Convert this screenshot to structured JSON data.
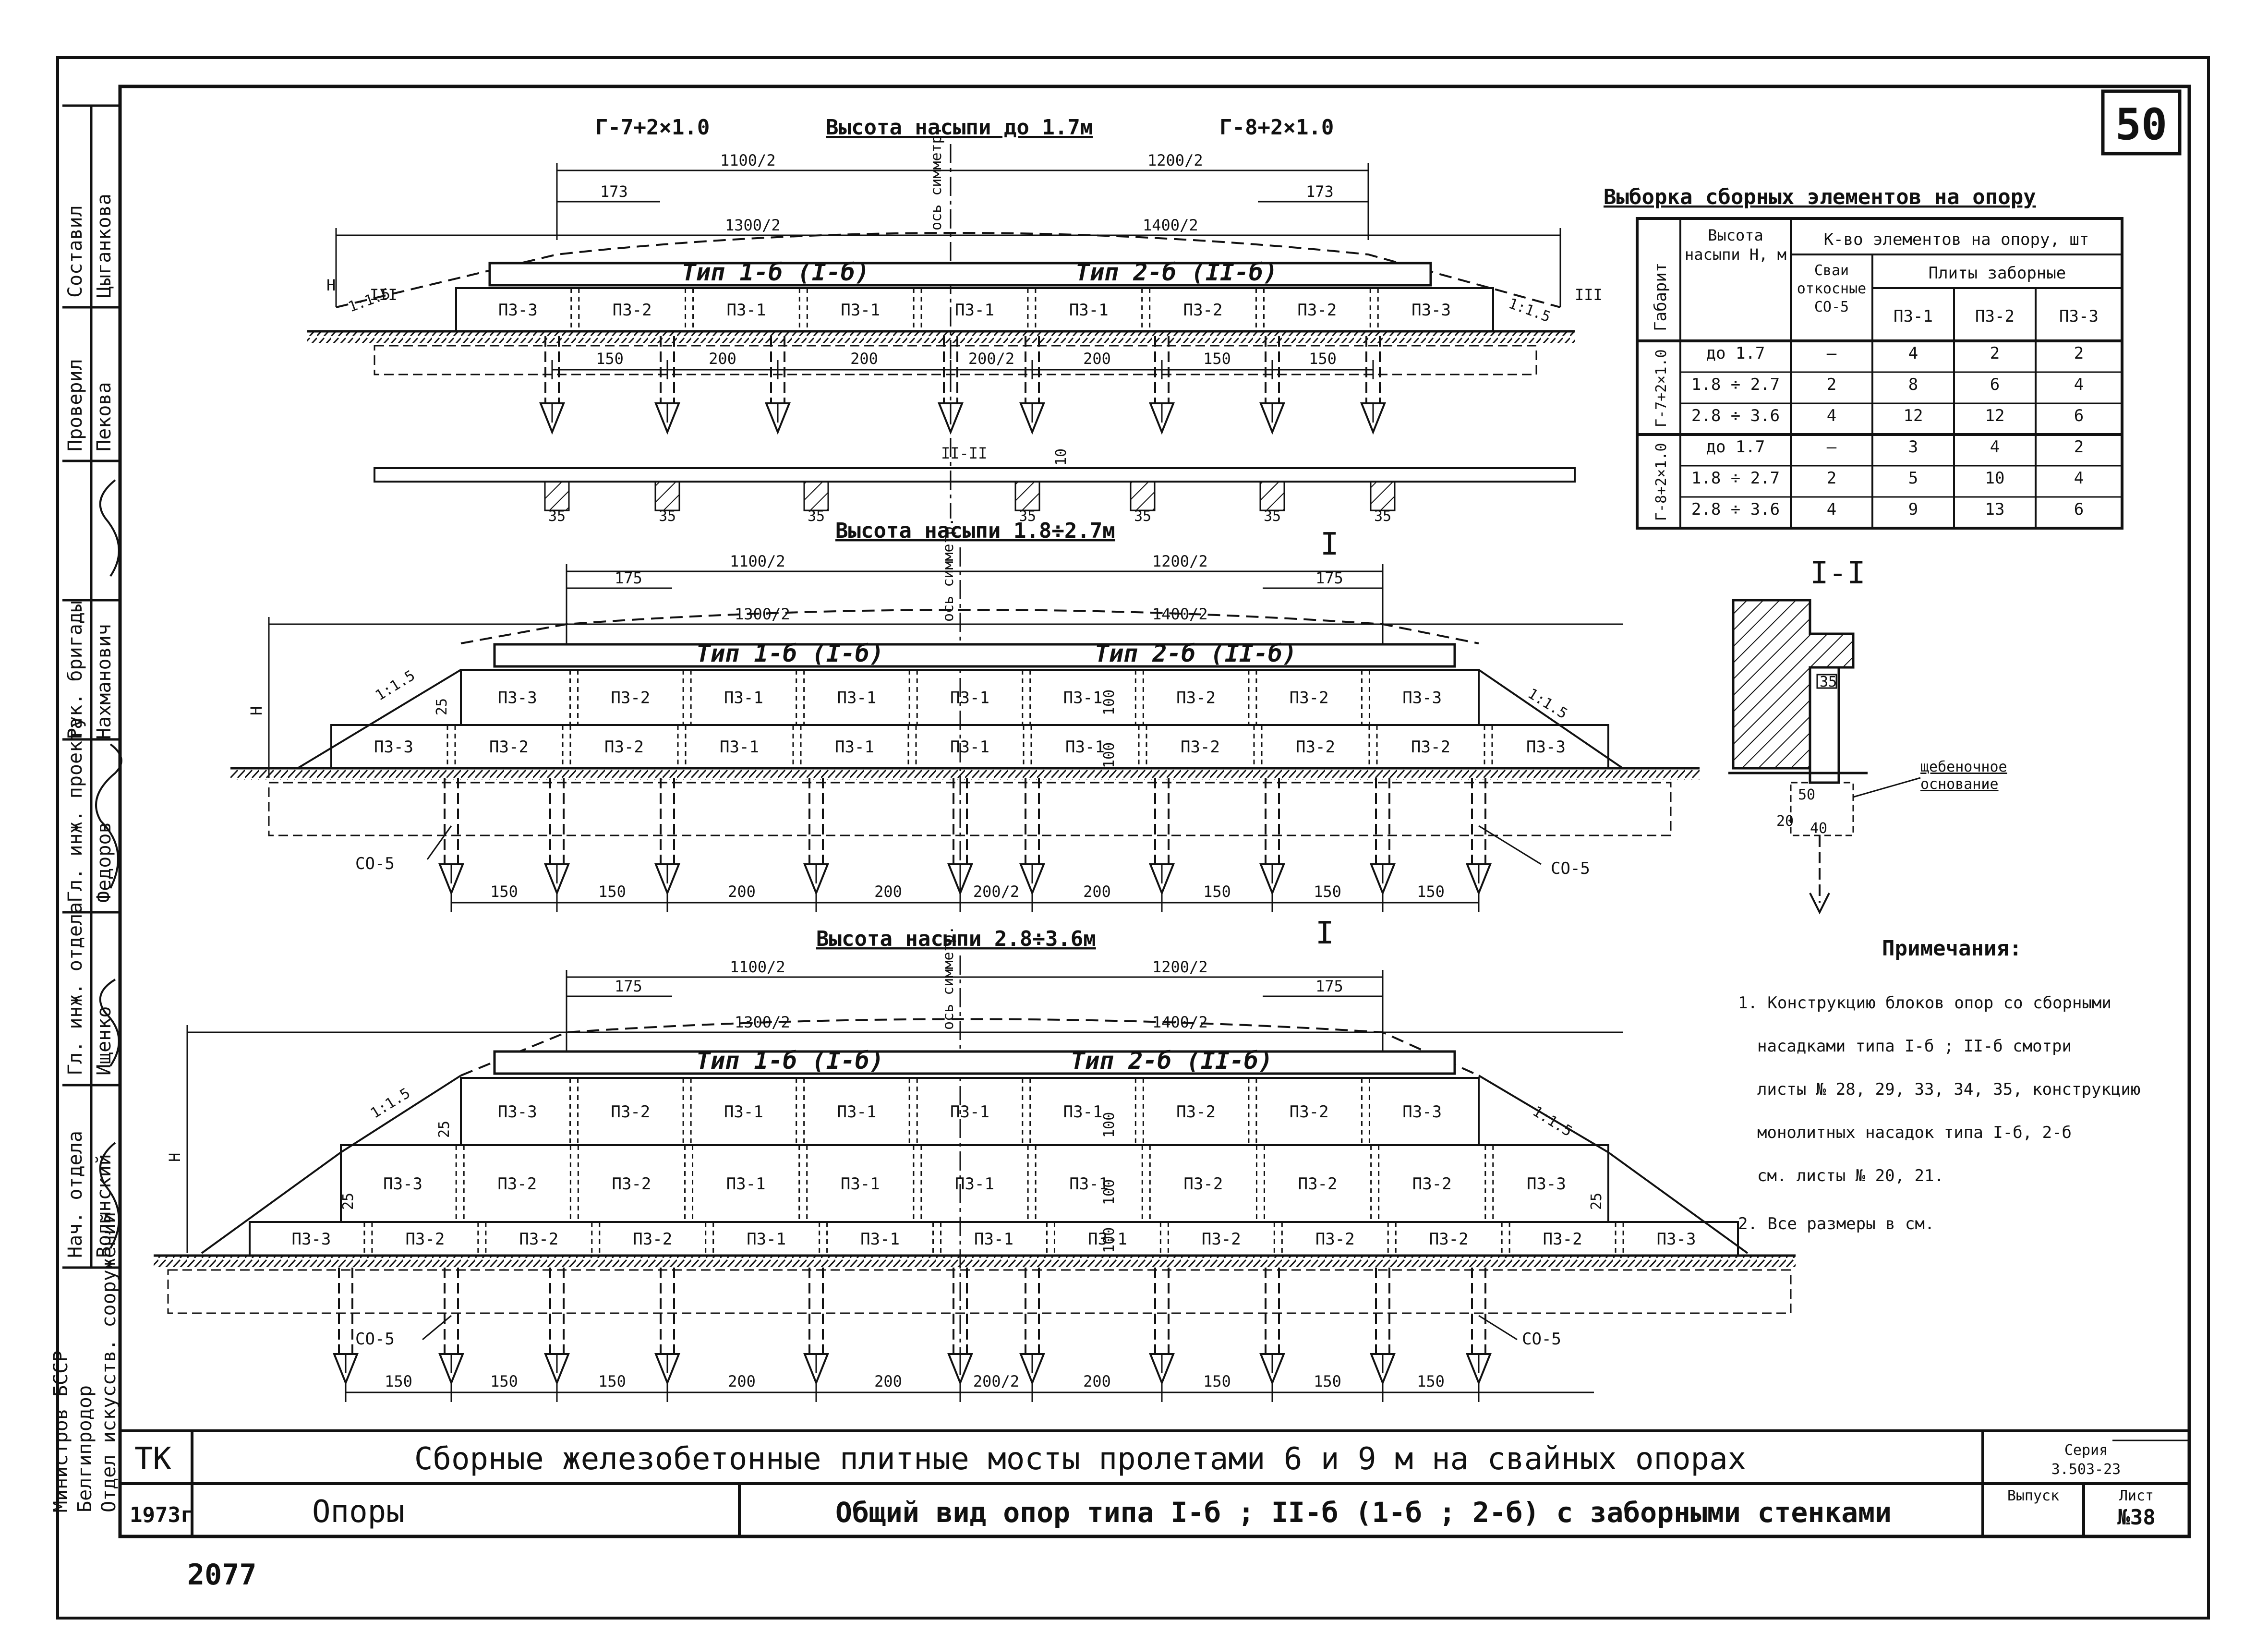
{
  "sheet_number": "50",
  "page_number": "2077",
  "view1": {
    "title": "Высота насыпи до 1.7м",
    "left_gauge": "Г-7+2×1.0",
    "right_gauge": "Г-8+2×1.0",
    "dim_left_half": "1100/2",
    "dim_right_half": "1200/2",
    "dim_left_inner": "1300/2",
    "dim_right_inner": "1400/2",
    "dim_edge_left": "173",
    "dim_edge_right": "173",
    "axis": "ось симметр.",
    "type_left": "Тип 1-б (I-б)",
    "type_right": "Тип 2-б (II-б)",
    "slope": "1:1.5",
    "cut_mark": "III",
    "panels": [
      "ПЗ-3",
      "ПЗ-2",
      "ПЗ-1",
      "ПЗ-1",
      "ПЗ-1",
      "ПЗ-1",
      "ПЗ-2",
      "ПЗ-2",
      "ПЗ-3"
    ],
    "spacings": [
      "150",
      "200",
      "200",
      "200/2",
      "200",
      "150",
      "150"
    ],
    "H": "H"
  },
  "section2": {
    "label": "II-II",
    "detail_dim": "10",
    "tab": "35"
  },
  "view2": {
    "title": "Высота насыпи 1.8÷2.7м",
    "dim_left_half": "1100/2",
    "dim_right_half": "1200/2",
    "dim_left_inner": "1300/2",
    "dim_right_inner": "1400/2",
    "dim_edge_left": "175",
    "dim_edge_right": "175",
    "axis": "ось симметр.",
    "type_left": "Тип 1-б (I-б)",
    "type_right": "Тип 2-б (II-б)",
    "slope": "1:1.5",
    "cut_mark": "I",
    "row1": [
      "ПЗ-3",
      "ПЗ-2",
      "ПЗ-1",
      "ПЗ-1",
      "ПЗ-1",
      "ПЗ-1",
      "ПЗ-2",
      "ПЗ-2",
      "ПЗ-3"
    ],
    "row2": [
      "ПЗ-3",
      "ПЗ-2",
      "ПЗ-2",
      "ПЗ-1",
      "ПЗ-1",
      "ПЗ-1",
      "ПЗ-1",
      "ПЗ-2",
      "ПЗ-2",
      "ПЗ-2",
      "ПЗ-3"
    ],
    "pile_label": "СО-5",
    "dim_25": "25",
    "dim_100": "100",
    "spacings": [
      "150",
      "150",
      "200",
      "200",
      "200/2",
      "200",
      "150",
      "150",
      "150"
    ],
    "H": "H"
  },
  "view3": {
    "title": "Высота насыпи 2.8÷3.6м",
    "dim_left_half": "1100/2",
    "dim_right_half": "1200/2",
    "dim_left_inner": "1300/2",
    "dim_right_inner": "1400/2",
    "dim_edge_left": "175",
    "dim_edge_right": "175",
    "axis": "ось симметр.",
    "type_left": "Тип 1-б (I-б)",
    "type_right": "Тип 2-б (II-б)",
    "slope": "1:1.5",
    "cut_mark": "I",
    "row1": [
      "ПЗ-3",
      "ПЗ-2",
      "ПЗ-1",
      "ПЗ-1",
      "ПЗ-1",
      "ПЗ-1",
      "ПЗ-2",
      "ПЗ-2",
      "ПЗ-3"
    ],
    "row2": [
      "ПЗ-3",
      "ПЗ-2",
      "ПЗ-2",
      "ПЗ-1",
      "ПЗ-1",
      "ПЗ-1",
      "ПЗ-1",
      "ПЗ-2",
      "ПЗ-2",
      "ПЗ-2",
      "ПЗ-3"
    ],
    "row3": [
      "ПЗ-3",
      "ПЗ-2",
      "ПЗ-2",
      "ПЗ-2",
      "ПЗ-1",
      "ПЗ-1",
      "ПЗ-1",
      "ПЗ-1",
      "ПЗ-2",
      "ПЗ-2",
      "ПЗ-2",
      "ПЗ-2",
      "ПЗ-3"
    ],
    "pile_label": "СО-5",
    "dim_25": "25",
    "dim_100": "100",
    "spacings": [
      "150",
      "150",
      "150",
      "200",
      "200",
      "200/2",
      "200",
      "150",
      "150",
      "150"
    ],
    "H": "H"
  },
  "table": {
    "title": "Выборка сборных элементов на опору",
    "col_gauge": "Габарит",
    "col_height": "Высота насыпи H, м",
    "col_count": "К-во элементов на опору, шт",
    "col_piles": "Сваи откосные СО-5",
    "col_plates": "Плиты заборные",
    "plate_cols": [
      "ПЗ-1",
      "ПЗ-2",
      "ПЗ-3"
    ],
    "groups": [
      {
        "gauge": "Г-7+2×1.0",
        "rows": [
          {
            "h": "до 1.7",
            "so": "—",
            "p1": "4",
            "p2": "2",
            "p3": "2"
          },
          {
            "h": "1.8 ÷ 2.7",
            "so": "2",
            "p1": "8",
            "p2": "6",
            "p3": "4"
          },
          {
            "h": "2.8 ÷ 3.6",
            "so": "4",
            "p1": "12",
            "p2": "12",
            "p3": "6"
          }
        ]
      },
      {
        "gauge": "Г-8+2×1.0",
        "rows": [
          {
            "h": "до 1.7",
            "so": "—",
            "p1": "3",
            "p2": "4",
            "p3": "2"
          },
          {
            "h": "1.8 ÷ 2.7",
            "so": "2",
            "p1": "5",
            "p2": "10",
            "p3": "4"
          },
          {
            "h": "2.8 ÷ 3.6",
            "so": "4",
            "p1": "9",
            "p2": "13",
            "p3": "6"
          }
        ]
      }
    ]
  },
  "section1": {
    "label": "I-I",
    "dim_35": "35",
    "dim_50": "50",
    "dim_20": "20",
    "dim_40": "40",
    "note": "щебеночное основание"
  },
  "notes": {
    "title": "Примечания:",
    "items": [
      "1. Конструкцию блоков опор со сборными",
      "насадками типа I-б ; II-б смотри",
      "листы № 28, 29, 33, 34, 35, конструкцию",
      "монолитных насадок типа I-б, 2-б",
      "см. листы № 20, 21.",
      "2. Все размеры в см."
    ]
  },
  "side_stamp": {
    "org1": "Министров БССР",
    "org2": "Белгипродор",
    "org3": "Отдел искусств. сооружений",
    "roles": [
      "Нач. отдела",
      "Гл. инж. отдела",
      "Гл. инж. проекта",
      "Рук. бригады",
      "Проверил",
      "Составил"
    ],
    "names": [
      "Волынский",
      "Ищенко",
      "Федоров",
      "Нахманович",
      "Пекова",
      "Цыганкова"
    ]
  },
  "title_block": {
    "tk": "ТК",
    "year": "1973г",
    "main": "Сборные железобетонные плитные мосты пролетами 6 и 9 м на свайных опорах",
    "part": "Опоры",
    "sheet_title": "Общий вид опор типа I-б ; II-б (1-б ; 2-б) с заборными стенками",
    "series_label": "Серия",
    "series": "3.503-23",
    "issue_label": "Выпуск",
    "sheet_label": "Лист",
    "sheet": "№38"
  }
}
